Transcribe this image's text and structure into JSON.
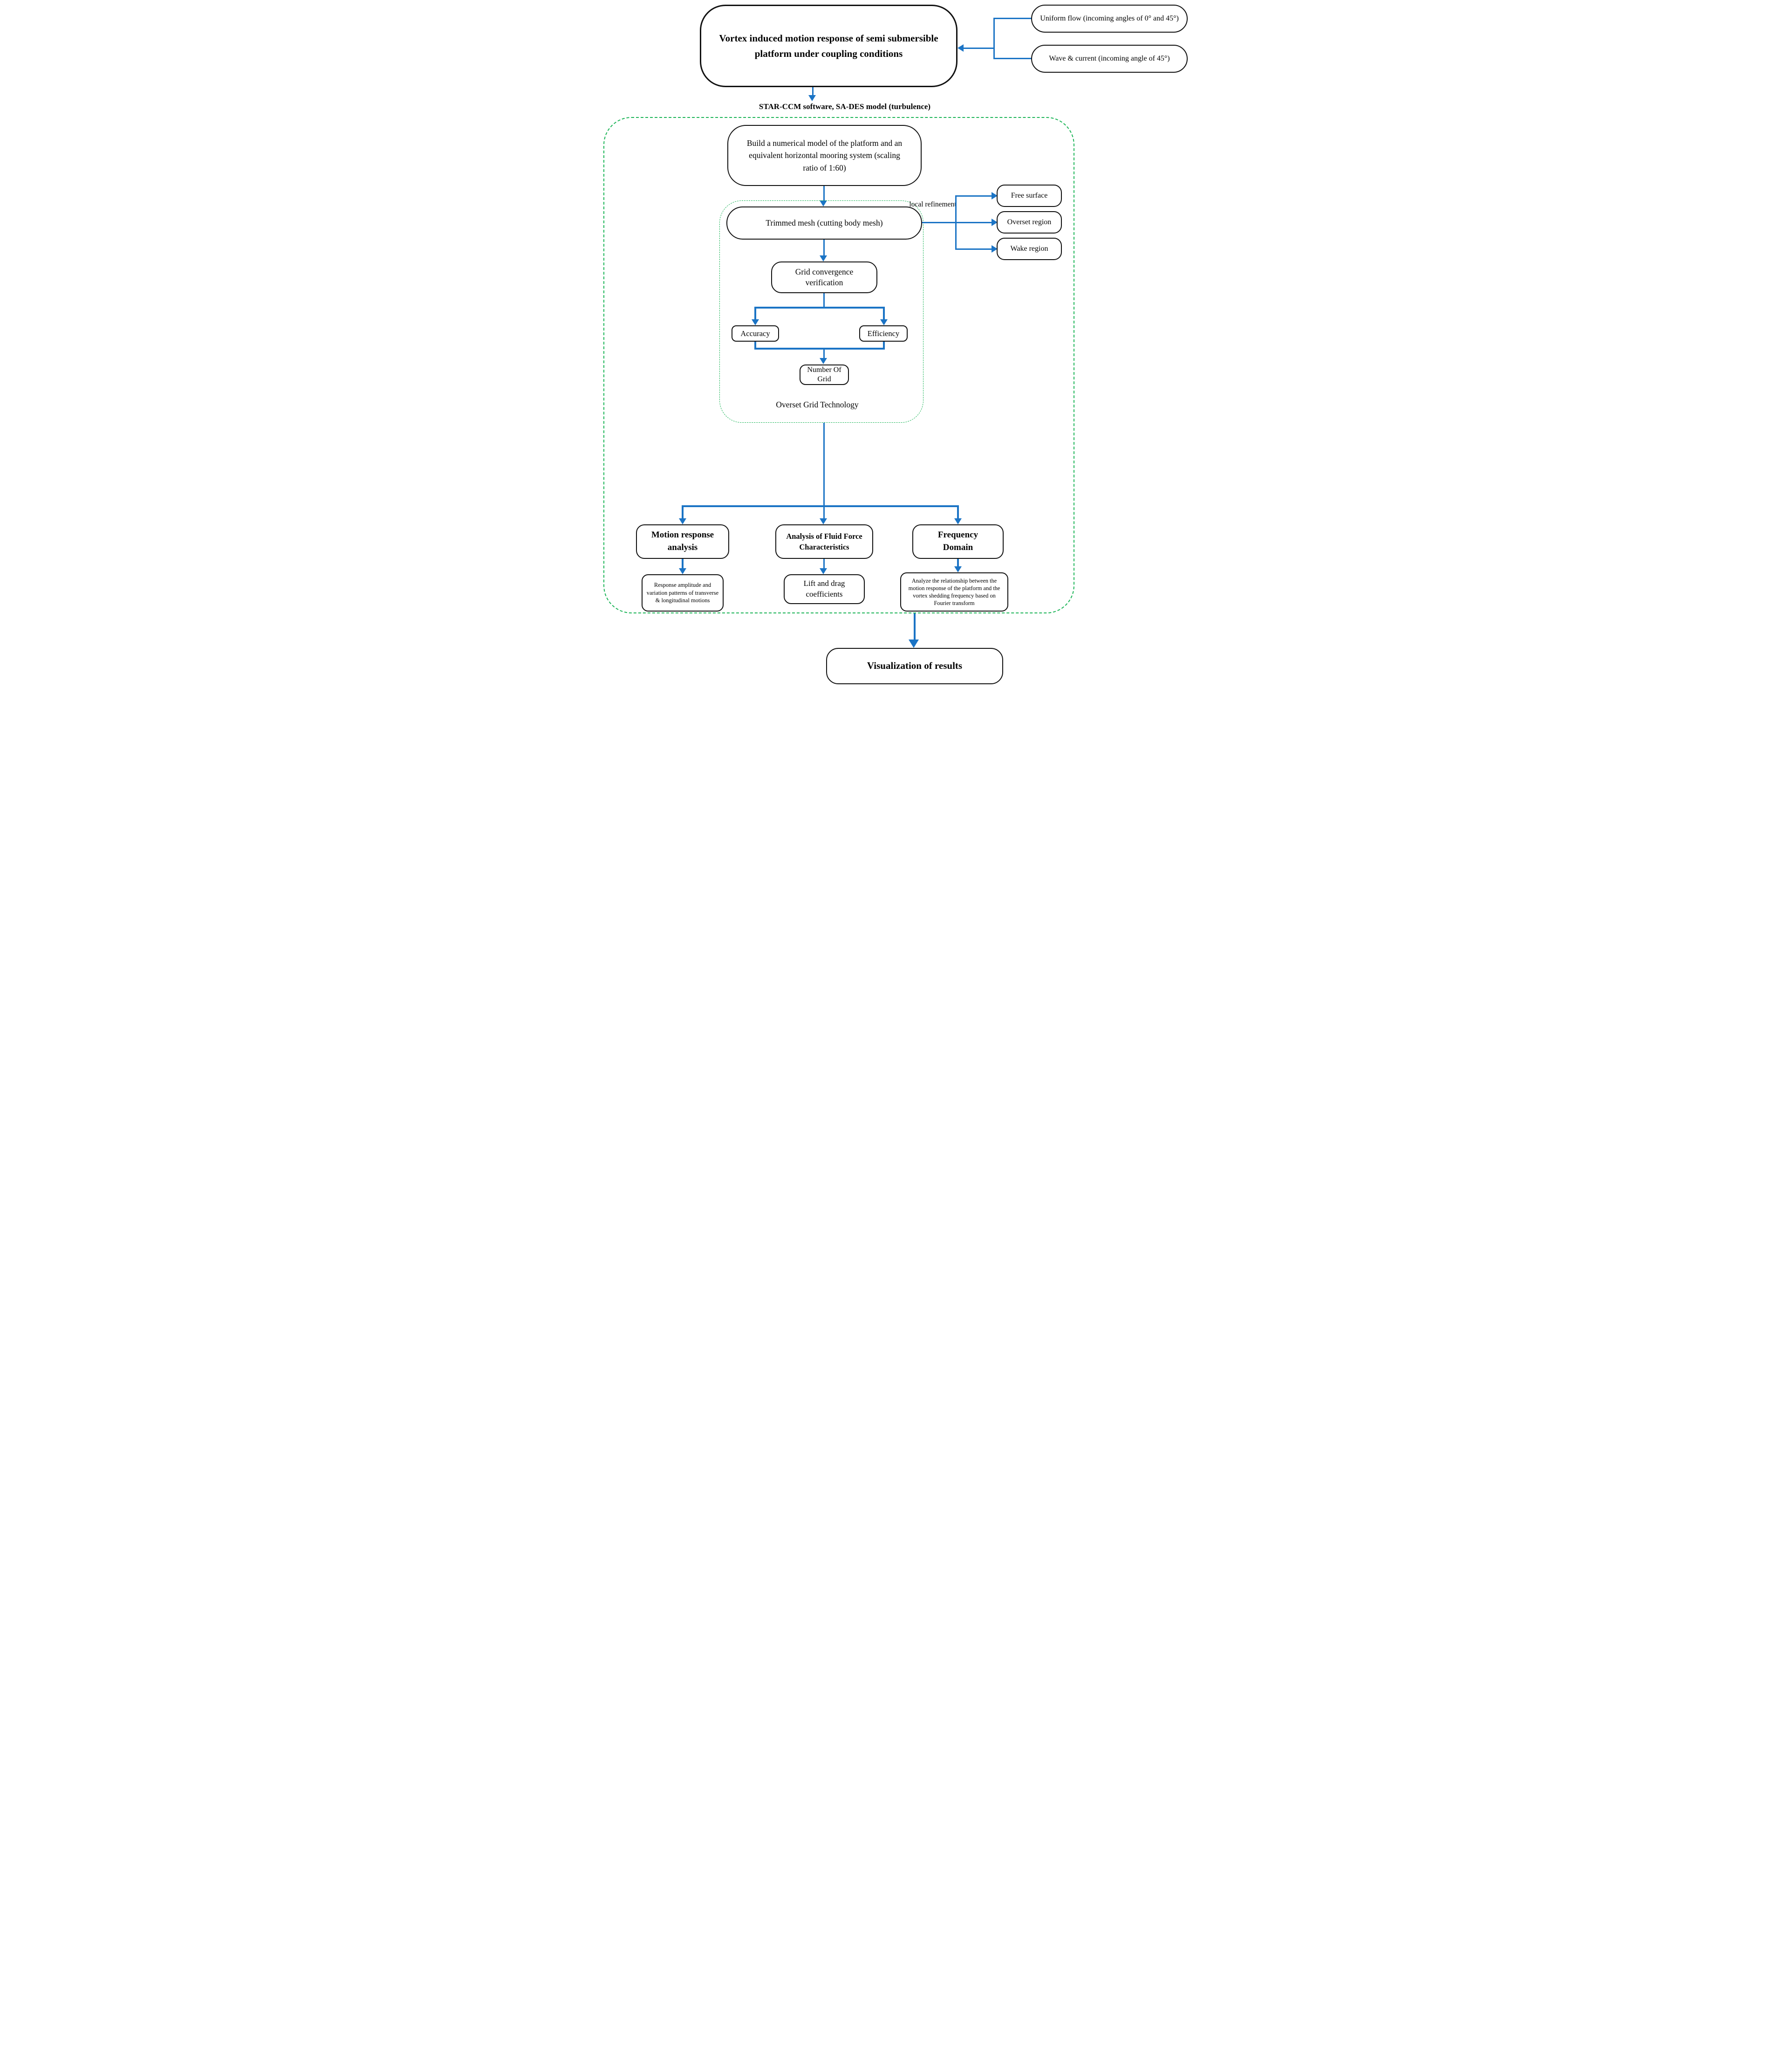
{
  "colors": {
    "accent_blue": "#1b74c5",
    "dashed_green": "#1db558",
    "node_border": "#111111"
  },
  "flowchart": {
    "title": "Vortex induced motion response of semi submersible platform under coupling conditions",
    "inputs": [
      {
        "label": "Uniform flow (incoming angles of 0° and 45°)"
      },
      {
        "label": "Wave & current (incoming angle of 45°)"
      }
    ],
    "software_label": "STAR-CCM software, SA-DES model (turbulence)",
    "modeling": {
      "build_model": "Build a numerical model of the platform and an equivalent horizontal mooring system (scaling ratio of 1:60)",
      "trimmed_mesh": "Trimmed mesh (cutting body mesh)",
      "local_refinement_label": "local refinement",
      "refinement_regions": [
        {
          "label": "Free surface"
        },
        {
          "label": "Overset region"
        },
        {
          "label": "Wake region"
        }
      ],
      "grid_convergence": "Grid convergence verification",
      "criteria": [
        {
          "label": "Accuracy"
        },
        {
          "label": "Efficiency"
        }
      ],
      "grid_number": "Number Of Grid",
      "section_label": "Overset Grid Technology"
    },
    "analyses": [
      {
        "title": "Motion response analysis",
        "detail": "Response amplitude and variation patterns of transverse & longitudinal motions"
      },
      {
        "title": "Analysis of Fluid Force Characteristics",
        "detail": "Lift and drag coefficients"
      },
      {
        "title": "Frequency Domain",
        "detail": "Analyze the relationship between the motion response of the platform and the vortex shedding frequency based on Fourier transform"
      }
    ],
    "final": "Visualization of results"
  }
}
